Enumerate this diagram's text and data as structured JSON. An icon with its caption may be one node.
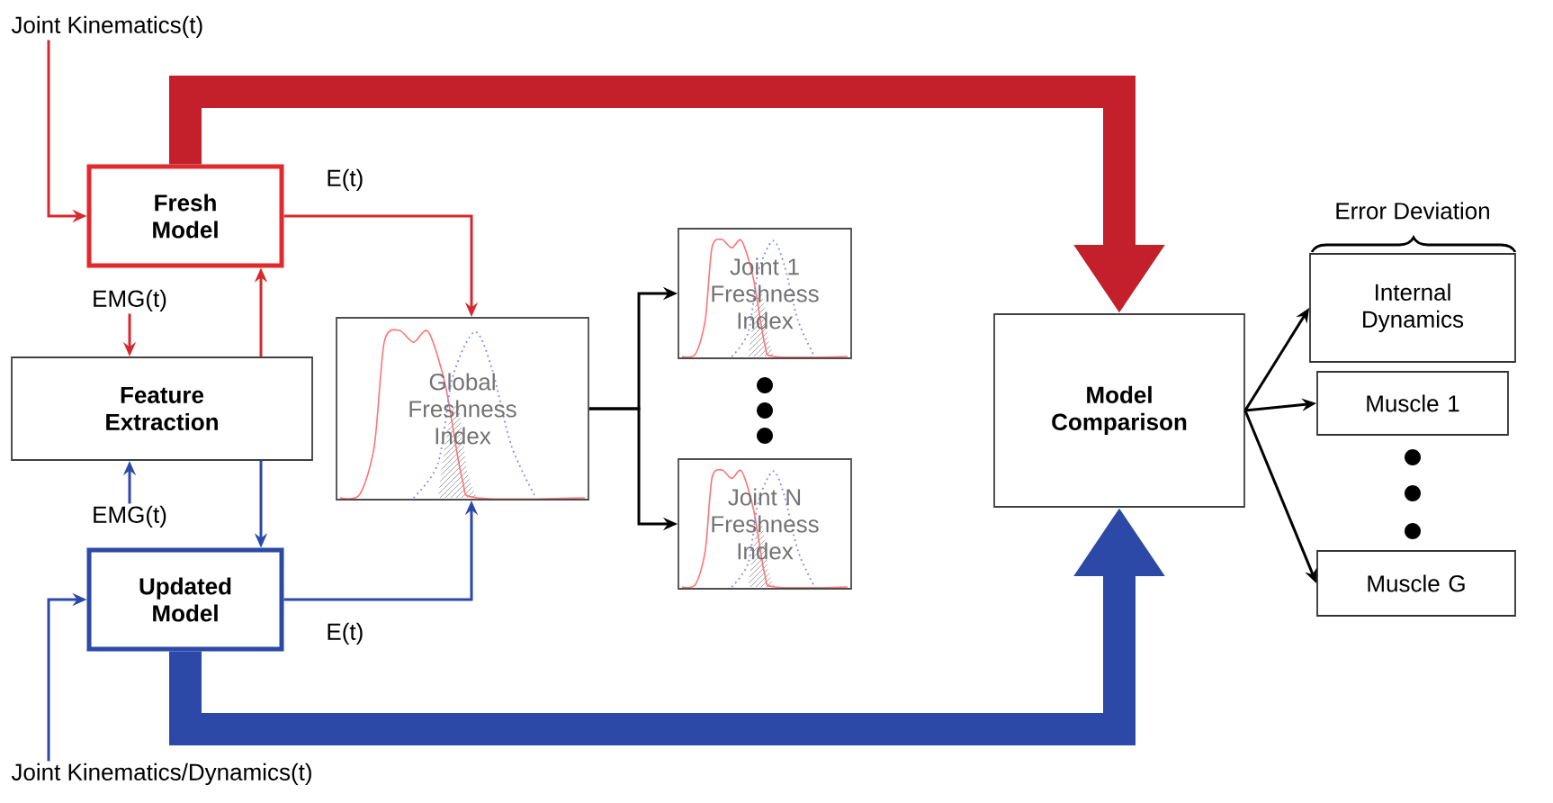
{
  "diagram": {
    "nodes": [
      {
        "text": [
          "Joint Kinematics(t)"
        ]
      },
      {
        "text": [
          "Fresh Model"
        ]
      },
      {
        "text": [
          "Feature Extraction"
        ]
      },
      {
        "text": [
          "Updated Model"
        ]
      },
      {
        "text": [
          "Joint Kinematics/Dynamics(t)"
        ]
      },
      {
        "text": [
          "Global Freshness Index"
        ]
      },
      {
        "text": [
          "Joint 1 Freshness Index"
        ]
      },
      {
        "text": [
          "Joint N Freshness Index"
        ]
      },
      {
        "text": [
          "Model Comparison"
        ]
      },
      {
        "text": [
          "Internal Dynamics"
        ]
      },
      {
        "text": [
          "Muscle 1"
        ]
      },
      {
        "text": [
          "Muscle G"
        ]
      },
      {
        "text": [
          "EMG(t)"
        ]
      },
      {
        "text": [
          "EMG(t)"
        ]
      }
    ],
    "edges": [
      {
        "from": 0,
        "to": 1,
        "arrow": "to",
        "color": "#d42a2e"
      },
      {
        "from": 12,
        "to": 2,
        "arrow": "to",
        "color": "#d42a2e"
      },
      {
        "from": 2,
        "to": 1,
        "arrow": "to",
        "color": "#d42a2e"
      },
      {
        "from": 2,
        "to": 3,
        "arrow": "to",
        "color": "#2c49a8"
      },
      {
        "from": 13,
        "to": 2,
        "arrow": "to",
        "color": "#2c49a8"
      },
      {
        "from": 4,
        "to": 3,
        "arrow": "to",
        "color": "#2c49a8"
      },
      {
        "from": 1,
        "to": 5,
        "arrow": "to",
        "color": "#d42a2e",
        "label": "E(t)"
      },
      {
        "from": 3,
        "to": 5,
        "arrow": "to",
        "color": "#2c49a8",
        "label": "E(t)"
      },
      {
        "from": 5,
        "to": 6,
        "arrow": "to",
        "color": "#000000"
      },
      {
        "from": 5,
        "to": 7,
        "arrow": "to",
        "color": "#000000"
      },
      {
        "from": 1,
        "to": 8,
        "arrow": "to",
        "style": "thick",
        "color": "#c4202b"
      },
      {
        "from": 3,
        "to": 8,
        "arrow": "to",
        "style": "thick",
        "color": "#2c49a8"
      },
      {
        "from": 8,
        "to": 9,
        "arrow": "to",
        "color": "#000000"
      },
      {
        "from": 8,
        "to": 10,
        "arrow": "to",
        "color": "#000000"
      },
      {
        "from": 8,
        "to": 11,
        "arrow": "to",
        "color": "#000000"
      }
    ],
    "labels": [
      "Error Deviation"
    ]
  }
}
